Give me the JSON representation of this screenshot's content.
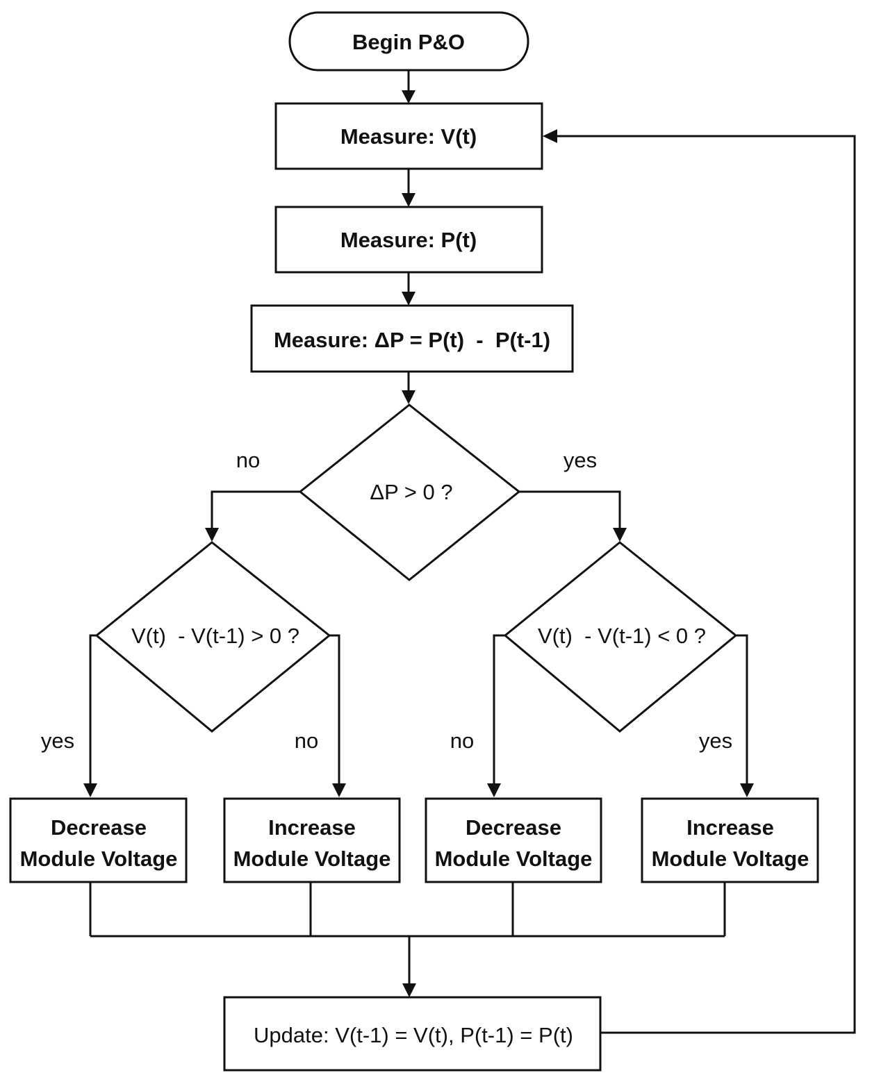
{
  "diagram": {
    "start": "Begin P&O",
    "measure_v": "Measure: V(t)",
    "measure_p": "Measure: P(t)",
    "measure_dp": "Measure: ΔP = P(t)  -  P(t-1)",
    "decision_main": "ΔP > 0 ?",
    "decision_left": "V(t)  - V(t-1) > 0 ?",
    "decision_right": "V(t)  - V(t-1) < 0 ?",
    "label_main_no": "no",
    "label_main_yes": "yes",
    "label_left_yes": "yes",
    "label_left_no": "no",
    "label_right_no": "no",
    "label_right_yes": "yes",
    "action1": {
      "line1": "Decrease",
      "line2": "Module Voltage"
    },
    "action2": {
      "line1": "Increase",
      "line2": "Module Voltage"
    },
    "action3": {
      "line1": "Decrease",
      "line2": "Module Voltage"
    },
    "action4": {
      "line1": "Increase",
      "line2": "Module Voltage"
    },
    "update": "Update: V(t-1) = V(t), P(t-1) = P(t)"
  }
}
